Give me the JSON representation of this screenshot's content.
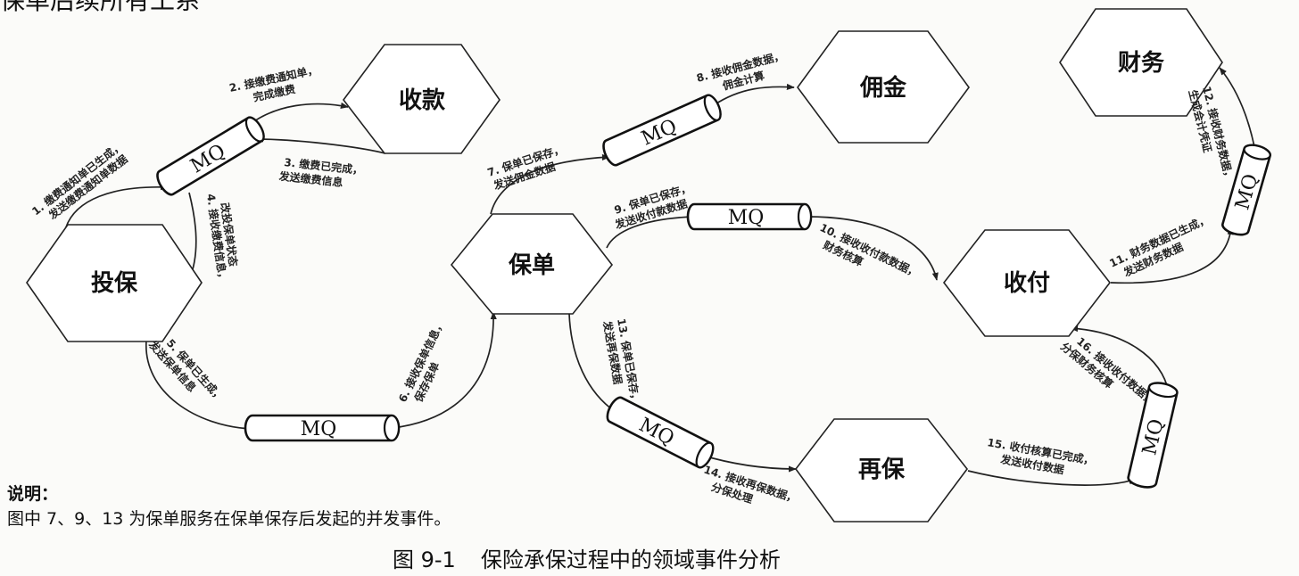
{
  "top_text": "保单后续所有工系",
  "nodes": [
    {
      "id": "toubao",
      "label": "投保"
    },
    {
      "id": "shoukuan",
      "label": "收款"
    },
    {
      "id": "baodan",
      "label": "保单"
    },
    {
      "id": "yongjin",
      "label": "佣金"
    },
    {
      "id": "caiwu",
      "label": "财务"
    },
    {
      "id": "shoufu",
      "label": "收付"
    },
    {
      "id": "zaibao",
      "label": "再保"
    }
  ],
  "queue_label": "MQ",
  "edges": [
    {
      "id": "e1",
      "lines": [
        "1. 缴费通知单已生成，",
        "发送缴费通知单数据"
      ]
    },
    {
      "id": "e2",
      "lines": [
        "2. 接缴费通知单，",
        "完成缴费"
      ]
    },
    {
      "id": "e3",
      "lines": [
        "3. 缴费已完成，",
        "发送缴费信息"
      ]
    },
    {
      "id": "e4",
      "lines": [
        "4. 接收缴费信息，",
        "改投保单状态"
      ]
    },
    {
      "id": "e5",
      "lines": [
        "5. 保单已生成，",
        "发送保单信息"
      ]
    },
    {
      "id": "e6",
      "lines": [
        "6. 接收保单信息，",
        "保存保单"
      ]
    },
    {
      "id": "e7",
      "lines": [
        "7. 保单已保存，",
        "发送佣金数据"
      ]
    },
    {
      "id": "e8",
      "lines": [
        "8. 接收佣金数据，",
        "佣金计算"
      ]
    },
    {
      "id": "e9",
      "lines": [
        "9. 保单已保存，",
        "发送收付款数据"
      ]
    },
    {
      "id": "e10",
      "lines": [
        "10. 接收收付款数据，",
        "财务核算"
      ]
    },
    {
      "id": "e11",
      "lines": [
        "11. 财务数据已生成，",
        "发送财务数据"
      ]
    },
    {
      "id": "e12",
      "lines": [
        "12. 接收财务数据，",
        "生成会计凭证"
      ]
    },
    {
      "id": "e13",
      "lines": [
        "13. 保单已保存，",
        "发送再保数据"
      ]
    },
    {
      "id": "e14",
      "lines": [
        "14. 接收再保数据，",
        "分保处理"
      ]
    },
    {
      "id": "e15",
      "lines": [
        "15. 收付核算已完成，",
        "发送收付数据"
      ]
    },
    {
      "id": "e16",
      "lines": [
        "16. 接收收付数据，",
        "分保财务核算"
      ]
    }
  ],
  "note_title": "说明：",
  "note_text": "图中 7、9、13 为保单服务在保单保存后发起的并发事件。",
  "caption_number": "图 9-1",
  "caption_title": "保险承保过程中的领域事件分析"
}
